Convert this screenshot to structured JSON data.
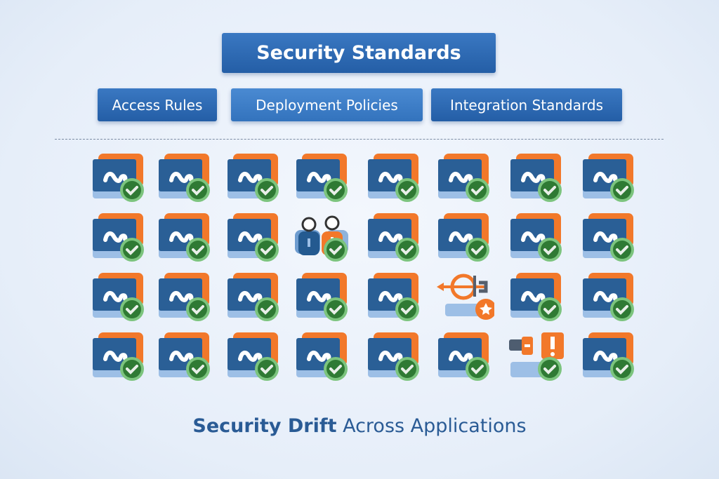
{
  "header": {
    "title": "Security Standards"
  },
  "standards": [
    {
      "label": "Access Rules"
    },
    {
      "label": "Deployment Policies"
    },
    {
      "label": "Integration Standards"
    }
  ],
  "footer": {
    "bold": "Security Drift",
    "rest": " Across Applications"
  },
  "colors": {
    "primary": "#2b66b0",
    "orange": "#f2782a",
    "green": "#3e8e3f"
  },
  "apps": [
    [
      "ok",
      "ok",
      "ok",
      "ok",
      "ok",
      "ok",
      "ok",
      "ok"
    ],
    [
      "ok",
      "ok",
      "ok",
      "access-drift",
      "ok",
      "ok",
      "ok",
      "ok"
    ],
    [
      "ok",
      "ok",
      "ok",
      "ok",
      "ok",
      "integration-drift",
      "ok",
      "ok"
    ],
    [
      "ok",
      "ok",
      "ok",
      "ok",
      "ok",
      "ok",
      "deployment-drift",
      "ok"
    ]
  ]
}
